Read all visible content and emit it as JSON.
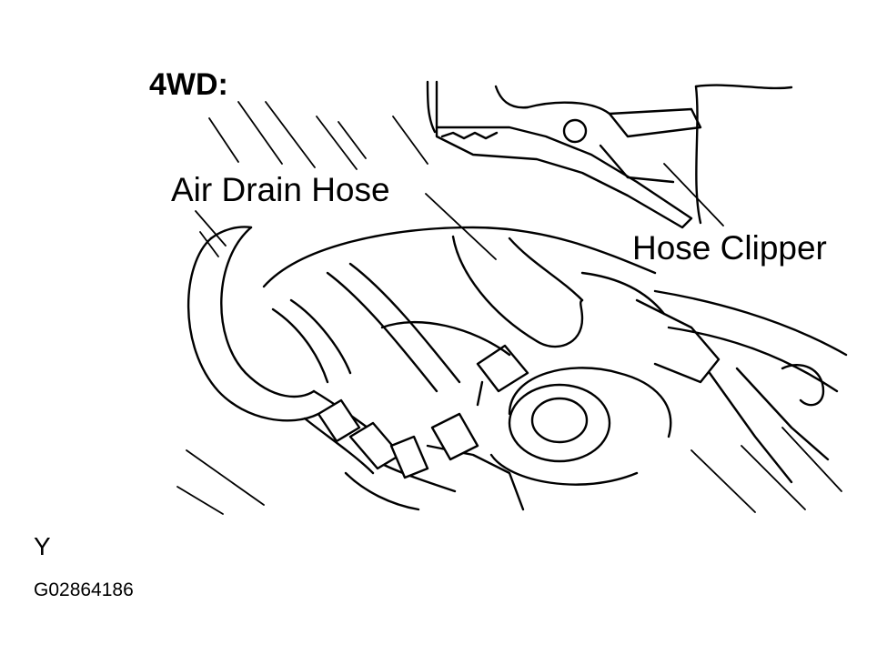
{
  "figure": {
    "title": "4WD:",
    "callouts": {
      "air_drain_hose": "Air Drain Hose",
      "hose_clipper": "Hose Clipper"
    },
    "view_letter": "Y",
    "figure_id": "G02864186"
  },
  "icons": [
    "line-drawing-illustration"
  ]
}
